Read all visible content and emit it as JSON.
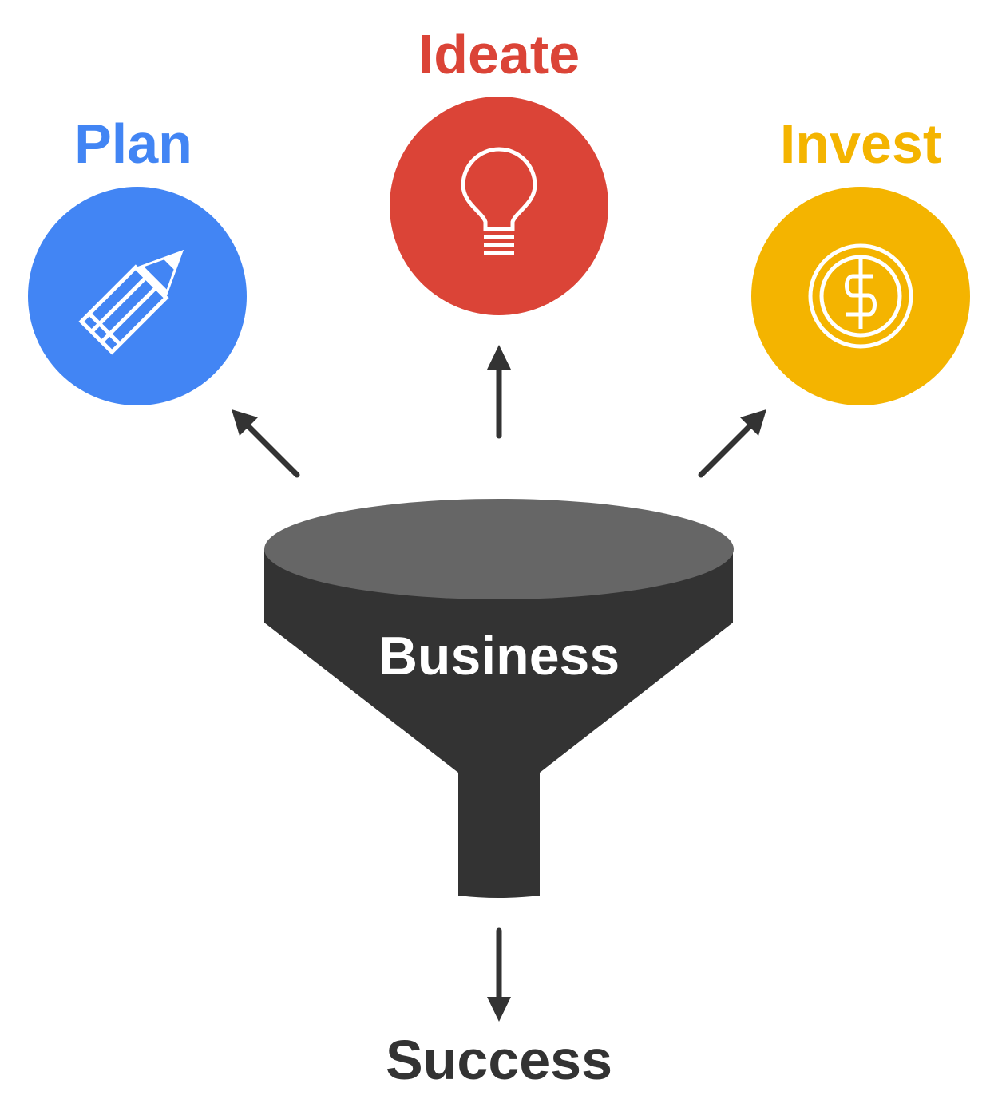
{
  "diagram": {
    "nodes": {
      "plan": {
        "label": "Plan",
        "color": "#4285F4",
        "icon": "pencil-icon"
      },
      "ideate": {
        "label": "Ideate",
        "color": "#DB4437",
        "icon": "lightbulb-icon"
      },
      "invest": {
        "label": "Invest",
        "color": "#F4B400",
        "icon": "dollar-coin-icon"
      }
    },
    "funnel": {
      "label": "Business",
      "body_color": "#333333",
      "rim_color": "#666666"
    },
    "result": {
      "label": "Success",
      "color": "#333333"
    },
    "arrow_color": "#333333"
  }
}
